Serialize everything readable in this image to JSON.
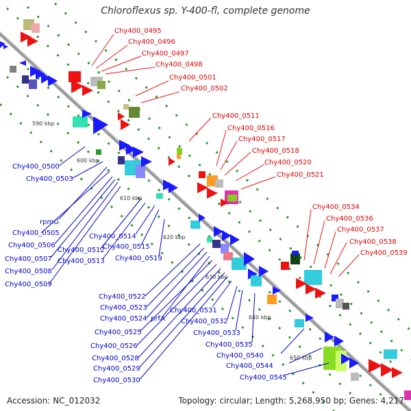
{
  "title": "Chloroflexus sp. Y-400-fl, complete genome",
  "accession": "Accession: NC_012032",
  "summary": "Topology: circular; Length: 5,268,950 bp; Genes: 4,217",
  "scale_labels": [
    "590 kbp",
    "600 kbp",
    "610 kbp",
    "620 kbp",
    "630 kbp",
    "640 kbp",
    "650 kbp"
  ],
  "reverse_genes": [
    "Chy400_0500",
    "Chy400_0503",
    "rpmG",
    "Chy400_0505",
    "Chy400_0506",
    "Chy400_0507",
    "Chy400_0508",
    "Chy400_0509",
    "Chy400_0512",
    "Chy400_0513",
    "Chy400_0514",
    "Chy400_0515",
    "Chy400_0519",
    "Chy400_0522",
    "Chy400_0523",
    "Chy400_0524",
    "prfA",
    "Chy400_0525",
    "Chy400_0526",
    "Chy400_0528",
    "Chy400_0529",
    "Chy400_0530",
    "Chy400_0531",
    "Chy400_0532",
    "Chy400_0533",
    "Chy400_0535",
    "Chy400_0540",
    "Chy400_0544",
    "Chy400_0545"
  ],
  "forward_genes": [
    "Chy400_0495",
    "Chy400_0496",
    "Chy400_0497",
    "Chy400_0498",
    "Chy400_0501",
    "Chy400_0502",
    "Chy400_0511",
    "Chy400_0516",
    "Chy400_0517",
    "Chy400_0518",
    "Chy400_0520",
    "Chy400_0521",
    "Chy400_0534",
    "Chy400_0536",
    "Chy400_0537",
    "Chy400_0538",
    "Chy400_0539"
  ],
  "colors": {
    "forward_label": "#e00000",
    "reverse_label": "#0000cc",
    "backbone": "#888888",
    "tick": "#2a9a2a"
  }
}
